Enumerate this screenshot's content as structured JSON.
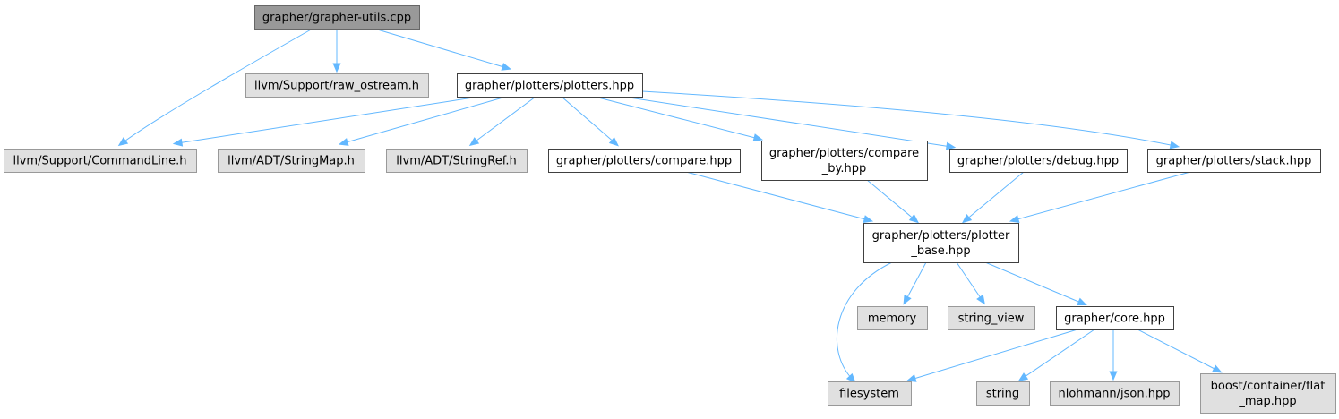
{
  "colors": {
    "root_fill": "#999999",
    "root_stroke": "#666666",
    "internal_fill": "#ffffff",
    "internal_stroke": "#404040",
    "external_fill": "#e0e0e0",
    "external_stroke": "#999999",
    "edge": "#63b8ff"
  },
  "nodes": [
    {
      "id": "root",
      "kind": "root",
      "lines": [
        "grapher/grapher-utils.cpp"
      ]
    },
    {
      "id": "raw_ostream",
      "kind": "external",
      "lines": [
        "llvm/Support/raw_ostream.h"
      ]
    },
    {
      "id": "plotters",
      "kind": "internal",
      "lines": [
        "grapher/plotters/plotters.hpp"
      ]
    },
    {
      "id": "commandline",
      "kind": "external",
      "lines": [
        "llvm/Support/CommandLine.h"
      ]
    },
    {
      "id": "stringmap",
      "kind": "external",
      "lines": [
        "llvm/ADT/StringMap.h"
      ]
    },
    {
      "id": "stringref",
      "kind": "external",
      "lines": [
        "llvm/ADT/StringRef.h"
      ]
    },
    {
      "id": "compare",
      "kind": "internal",
      "lines": [
        "grapher/plotters/compare.hpp"
      ]
    },
    {
      "id": "compare_by",
      "kind": "internal",
      "lines": [
        "grapher/plotters/compare",
        "_by.hpp"
      ]
    },
    {
      "id": "debug",
      "kind": "internal",
      "lines": [
        "grapher/plotters/debug.hpp"
      ]
    },
    {
      "id": "stack",
      "kind": "internal",
      "lines": [
        "grapher/plotters/stack.hpp"
      ]
    },
    {
      "id": "plotter_base",
      "kind": "internal",
      "lines": [
        "grapher/plotters/plotter",
        "_base.hpp"
      ]
    },
    {
      "id": "memory",
      "kind": "external",
      "lines": [
        "memory"
      ]
    },
    {
      "id": "string_view",
      "kind": "external",
      "lines": [
        "string_view"
      ]
    },
    {
      "id": "core",
      "kind": "internal",
      "lines": [
        "grapher/core.hpp"
      ]
    },
    {
      "id": "filesystem",
      "kind": "external",
      "lines": [
        "filesystem"
      ]
    },
    {
      "id": "string",
      "kind": "external",
      "lines": [
        "string"
      ]
    },
    {
      "id": "json",
      "kind": "external",
      "lines": [
        "nlohmann/json.hpp"
      ]
    },
    {
      "id": "flat_map",
      "kind": "external",
      "lines": [
        "boost/container/flat",
        "_map.hpp"
      ]
    }
  ],
  "edges": [
    {
      "from": "root",
      "to": "commandline"
    },
    {
      "from": "root",
      "to": "raw_ostream"
    },
    {
      "from": "root",
      "to": "plotters"
    },
    {
      "from": "plotters",
      "to": "commandline"
    },
    {
      "from": "plotters",
      "to": "stringmap"
    },
    {
      "from": "plotters",
      "to": "stringref"
    },
    {
      "from": "plotters",
      "to": "compare"
    },
    {
      "from": "plotters",
      "to": "compare_by"
    },
    {
      "from": "plotters",
      "to": "debug"
    },
    {
      "from": "plotters",
      "to": "stack"
    },
    {
      "from": "compare",
      "to": "plotter_base"
    },
    {
      "from": "compare_by",
      "to": "plotter_base"
    },
    {
      "from": "debug",
      "to": "plotter_base"
    },
    {
      "from": "stack",
      "to": "plotter_base"
    },
    {
      "from": "plotter_base",
      "to": "filesystem"
    },
    {
      "from": "plotter_base",
      "to": "memory"
    },
    {
      "from": "plotter_base",
      "to": "string_view"
    },
    {
      "from": "plotter_base",
      "to": "core"
    },
    {
      "from": "core",
      "to": "filesystem"
    },
    {
      "from": "core",
      "to": "string"
    },
    {
      "from": "core",
      "to": "json"
    },
    {
      "from": "core",
      "to": "flat_map"
    }
  ]
}
